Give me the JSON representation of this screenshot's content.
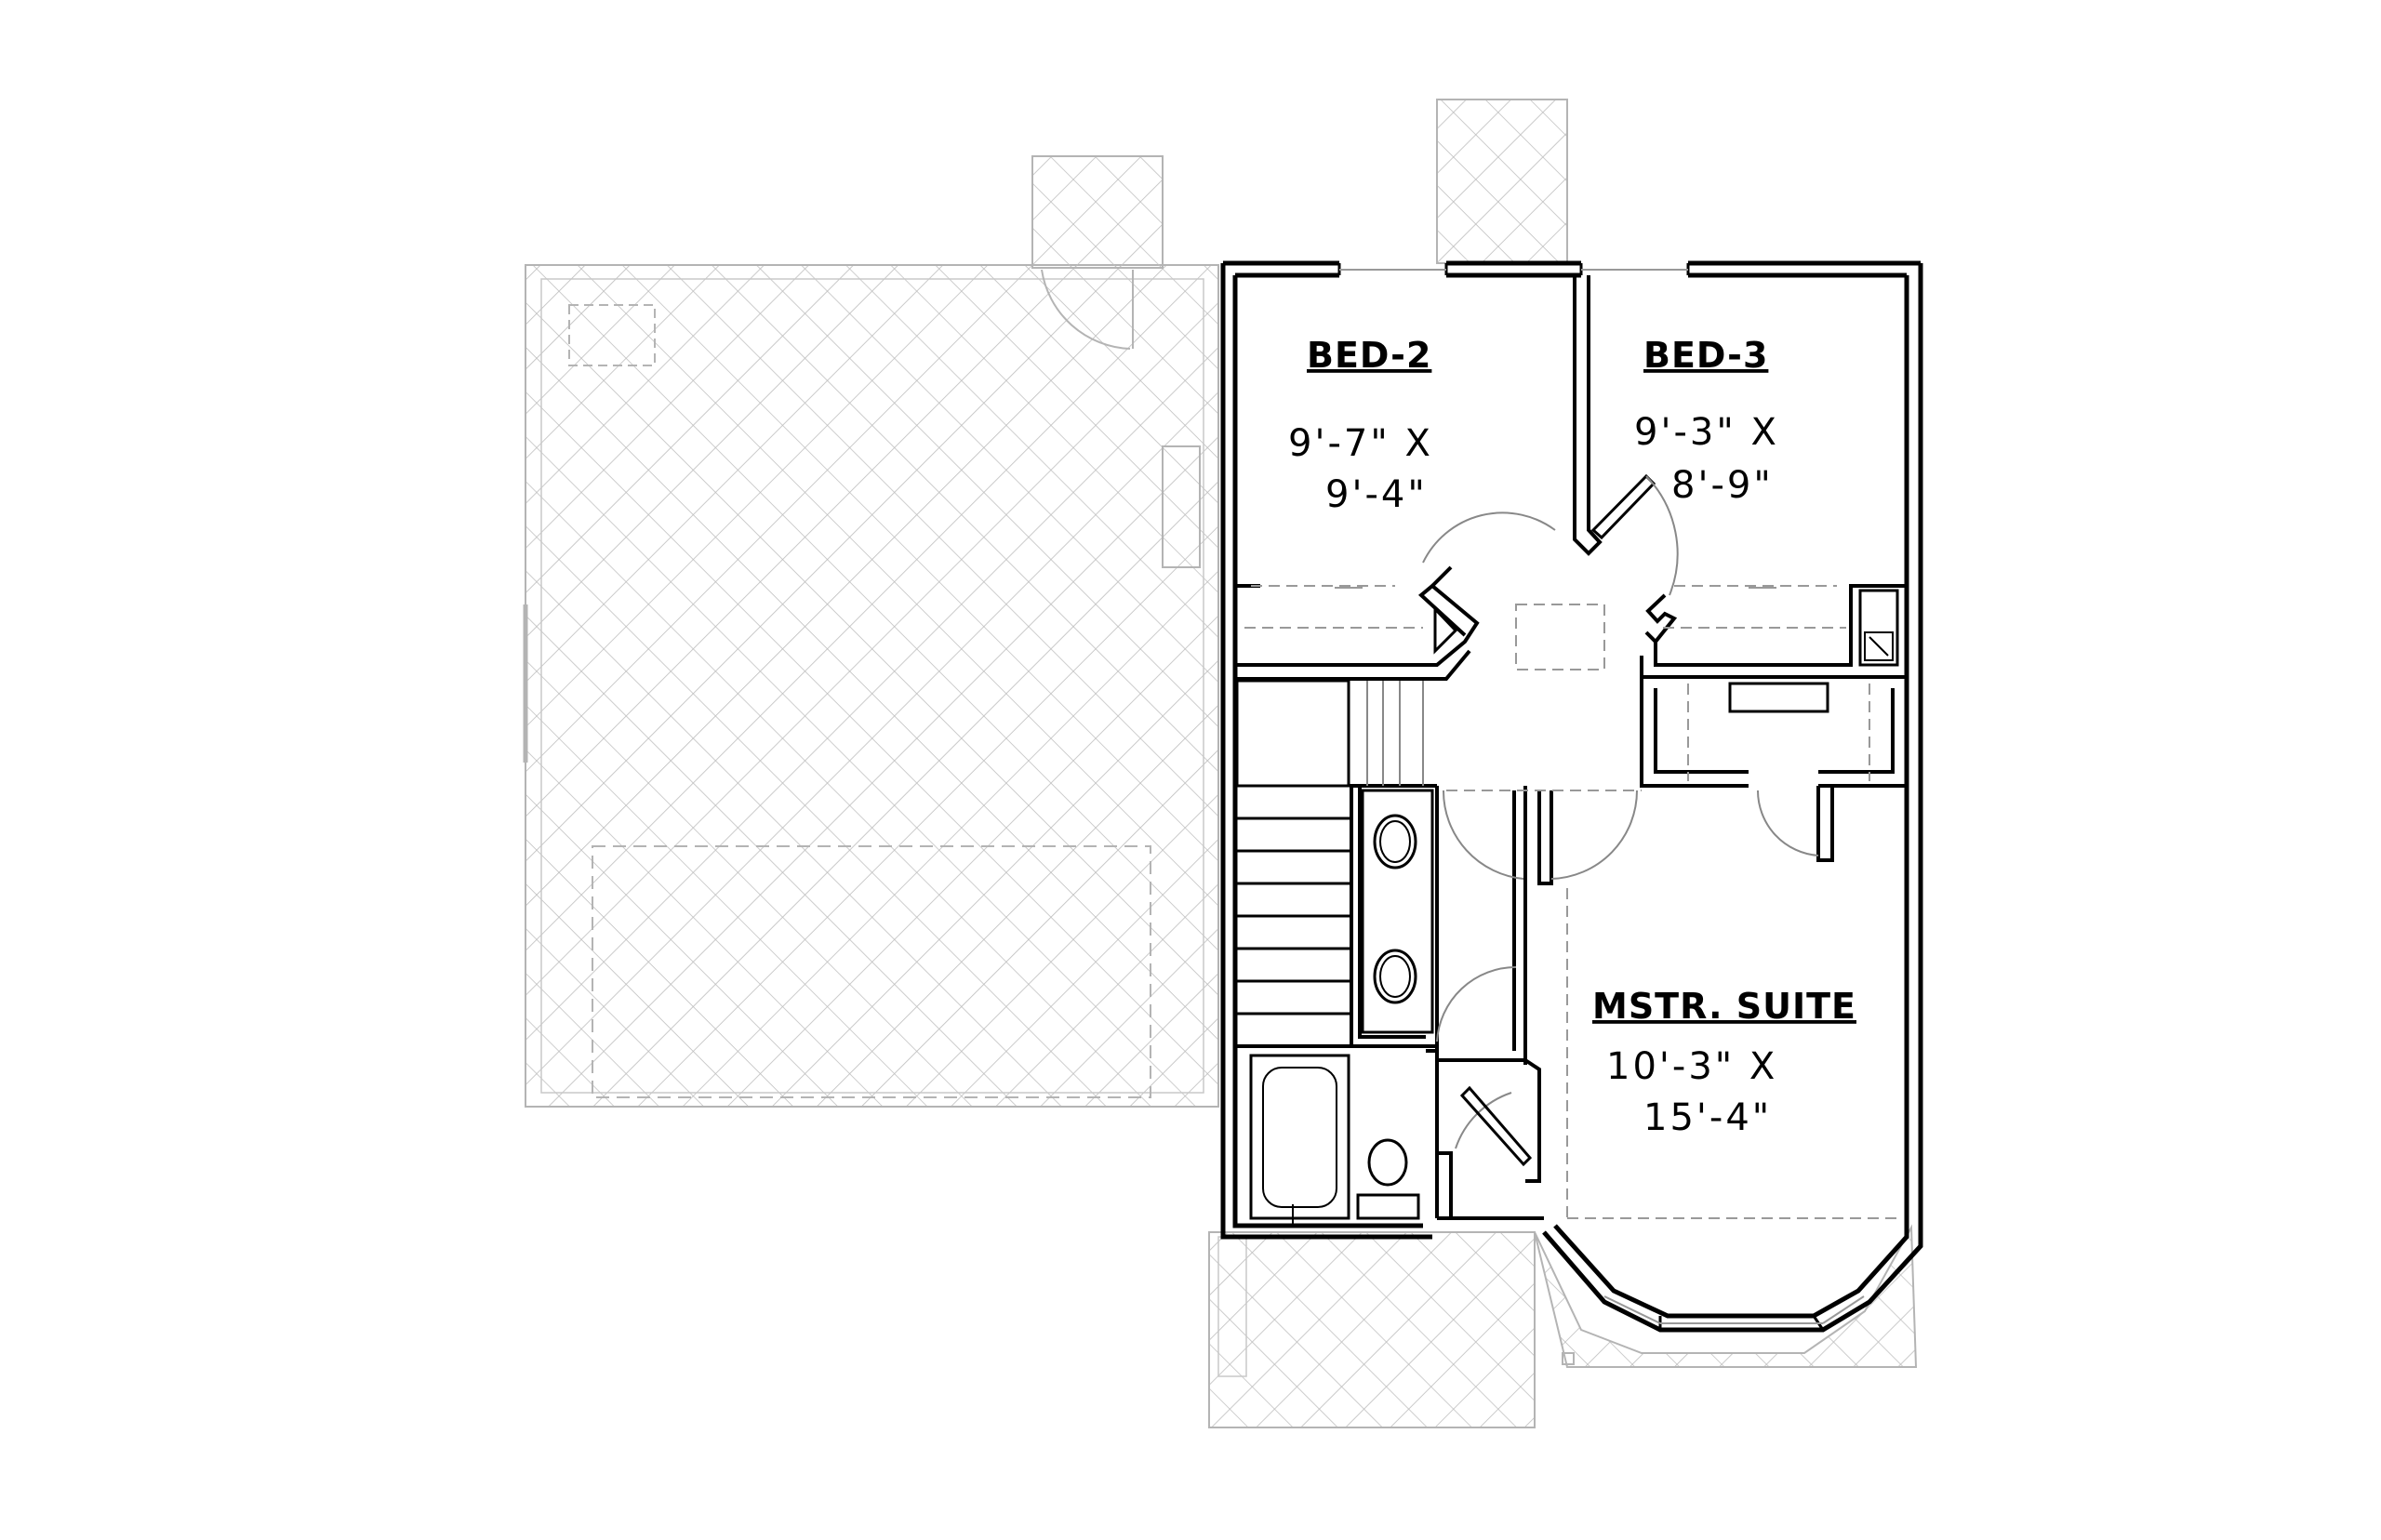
{
  "rooms": {
    "bed2": {
      "name": "BED-2",
      "dim_line1": "9'-7\" X",
      "dim_line2": "9'-4\""
    },
    "bed3": {
      "name": "BED-3",
      "dim_line1": "9'-3\" X",
      "dim_line2": "8'-9\""
    },
    "master": {
      "name": "MSTR. SUITE",
      "dim_line1": "10'-3\" X",
      "dim_line2": "15'-4\""
    }
  },
  "colors": {
    "wall": "#000000",
    "hatch": "#b4b4b4",
    "fixture": "#555555"
  }
}
